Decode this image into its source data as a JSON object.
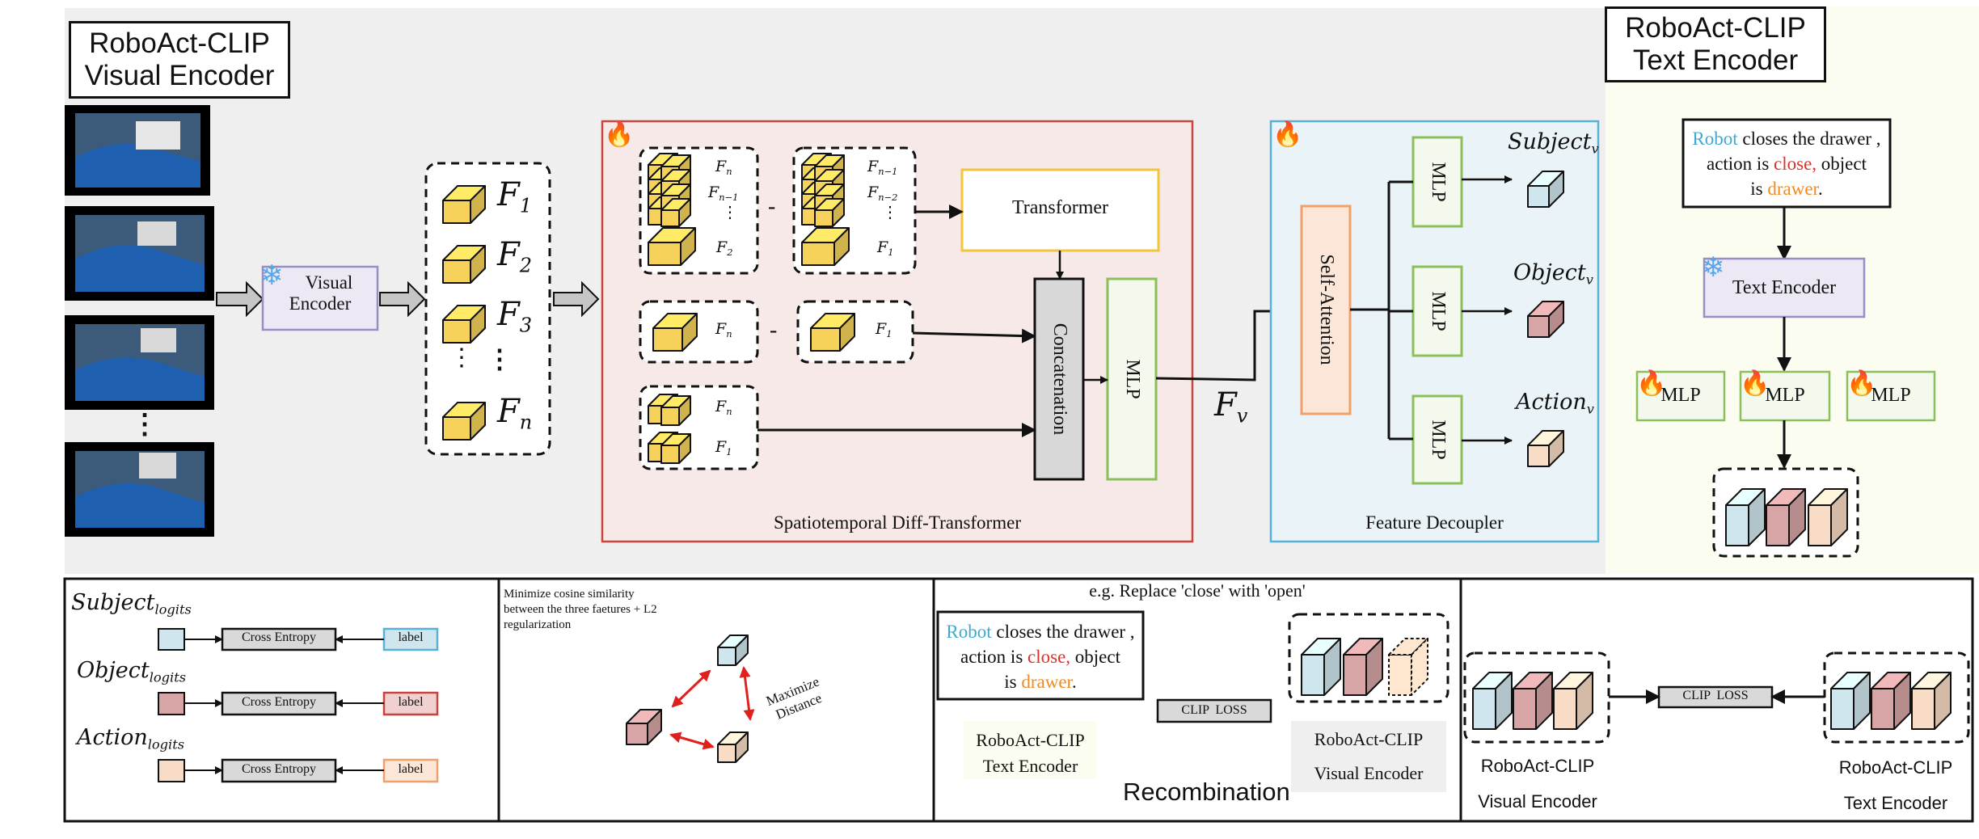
{
  "colors": {
    "panel_gray": "#efefef",
    "panel_cream": "#fbfdf0",
    "diff_border": "#c9443c",
    "diff_fill": "#f7e9e8",
    "decoupler_border": "#5ab1d6",
    "decoupler_fill": "#eaf4f8",
    "encoder_fill": "#ece8f4",
    "encoder_border": "#9a8cc4",
    "transformer_border": "#f2c53d",
    "mlp_border": "#8cbf5a",
    "mlp_fill": "#f4f9ee",
    "self_attention_border": "#f0a06a",
    "self_attention_fill": "#fbe6d8",
    "concat_fill": "#d8d8d8",
    "feature_yellow": "#f6d25a",
    "subject_blue": "#cfe6ee",
    "object_red": "#d7a5a5",
    "action_orange": "#f8dcc5",
    "arrow_red": "#e0201c",
    "robot_text": "#3fa9d0",
    "close_text": "#d9342b",
    "drawer_text": "#f08a24"
  },
  "icons": [
    "film-frame",
    "snowflake-icon",
    "fire-icon",
    "feature-cube-icon",
    "arrow-icon"
  ],
  "visual_encoder_panel": {
    "title_line1": "RoboAct-CLIP",
    "title_line2": "Visual Encoder",
    "frames_ellipsis": "⋮",
    "encoder_line1": "Visual",
    "encoder_line2": "Encoder",
    "features": [
      "F",
      "F",
      "F",
      "F"
    ],
    "feature_subs": [
      "1",
      "2",
      "3",
      "n"
    ],
    "features_ellipsis": "⋮",
    "diff_transformer": {
      "caption": "Spatiotemporal Diff-Transformer",
      "group1_left": [
        "F",
        "F",
        "⋮",
        "F"
      ],
      "group1_left_subs": [
        "n",
        "n−1",
        "",
        "2"
      ],
      "group1_right": [
        "F",
        "F",
        "⋮",
        "F"
      ],
      "group1_right_subs": [
        "n−1",
        "n−2",
        "",
        "1"
      ],
      "group2_left": "F",
      "group2_left_sub": "n",
      "group2_right": "F",
      "group2_right_sub": "1",
      "group3": [
        "F",
        "F"
      ],
      "group3_subs": [
        "n",
        "1"
      ],
      "minus": "-",
      "transformer": "Transformer",
      "concatenation": "Concatenation",
      "mlp": "MLP"
    },
    "fv_base": "F",
    "fv_sub": "v",
    "decoupler": {
      "caption": "Feature Decoupler",
      "self_attention": "Self-Attention",
      "mlp": "MLP",
      "outputs": [
        "Subject",
        "Object",
        "Action"
      ],
      "output_sub": "v"
    }
  },
  "text_encoder_panel": {
    "title_line1": "RoboAct-CLIP",
    "title_line2": "Text Encoder",
    "prompt": {
      "robot": "Robot",
      "part1": " closes the drawer ,",
      "part2": "action is ",
      "close": "close,",
      "part3": " object",
      "part4": "is ",
      "drawer": "drawer",
      "end": "."
    },
    "encoder": "Text Encoder",
    "mlp": "MLP"
  },
  "bottom": {
    "ce": {
      "rows": [
        {
          "base": "Subject",
          "sub": "logits",
          "box": "Cross Entropy",
          "label": "label"
        },
        {
          "base": "Object",
          "sub": "logits",
          "box": "Cross Entropy",
          "label": "label"
        },
        {
          "base": "Action",
          "sub": "logits",
          "box": "Cross Entropy",
          "label": "label"
        }
      ]
    },
    "cosine": {
      "text_line1": "Minimize cosine similarity",
      "text_line2": "between the three faetures + L2",
      "text_line3": "regularization",
      "maximize_line1": "Maximize",
      "maximize_line2": "Distance"
    },
    "recombination": {
      "header": "e.g. Replace 'close' with 'open'",
      "clip_loss": "CLIP  LOSS",
      "text_enc_line1": "RoboAct-CLIP",
      "text_enc_line2": "Text Encoder",
      "vis_enc_line1": "RoboAct-CLIP",
      "vis_enc_line2": "Visual Encoder",
      "title": "Recombination"
    },
    "clip": {
      "clip_loss": "CLIP  LOSS",
      "left_line1": "RoboAct-CLIP",
      "left_line2": "Visual Encoder",
      "right_line1": "RoboAct-CLIP",
      "right_line2": "Text Encoder"
    }
  }
}
